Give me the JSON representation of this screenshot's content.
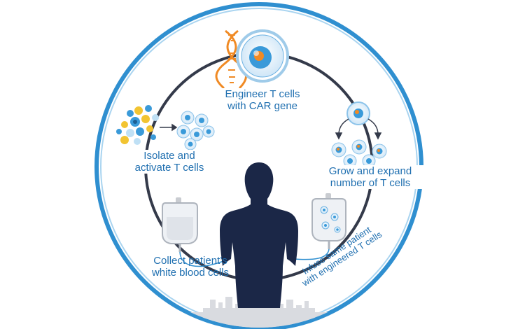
{
  "steps": {
    "engineer": {
      "line1": "Engineer T cells",
      "line2": "with CAR gene"
    },
    "isolate": {
      "line1": "Isolate and",
      "line2": "activate T cells"
    },
    "grow": {
      "line1": "Grow and expand",
      "line2": "number of T cells"
    },
    "collect": {
      "line1": "Collect patient’s",
      "line2": "white blood cells"
    },
    "infuse": {
      "line1": "Infuse same patient",
      "line2": "with engineered T cells"
    }
  },
  "colors": {
    "ring_blue": "#2f8fd0",
    "cycle_line": "#343a4a",
    "label_blue": "#1f6fb0",
    "silhouette": "#1b2747",
    "dna_orange": "#f08a24",
    "cell_blue": "#3a9ad9",
    "cell_light": "#bfe0f5",
    "cell_yellow": "#f2c431",
    "bag_grey": "#c9ccd1"
  },
  "icons": [
    "dna-icon",
    "t-cell-icon",
    "cell-cluster-icon",
    "iv-bag-icon",
    "human-silhouette-icon",
    "arrow-icon"
  ]
}
